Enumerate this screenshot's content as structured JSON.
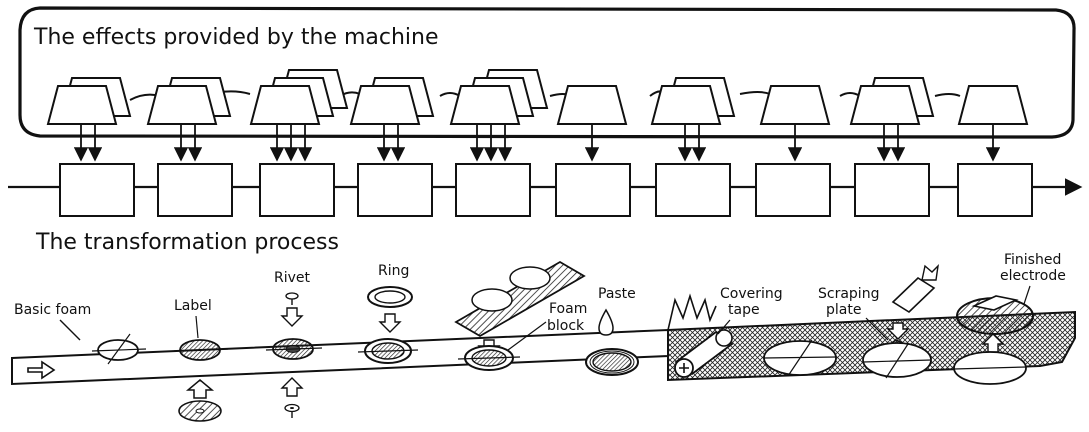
{
  "diagram": {
    "effects_title": "The effects provided by the machine",
    "process_title": "The transformation process",
    "labels": {
      "basic_foam": "Basic foam",
      "label": "Label",
      "rivet": "Rivet",
      "ring": "Ring",
      "foam_block_1": "Foam",
      "foam_block_2": "block",
      "paste": "Paste",
      "covering_tape_1": "Covering",
      "covering_tape_2": "tape",
      "scraping_plate_1": "Scraping",
      "scraping_plate_2": "plate",
      "finished_electrode_1": "Finished",
      "finished_electrode_2": "electrode"
    }
  }
}
